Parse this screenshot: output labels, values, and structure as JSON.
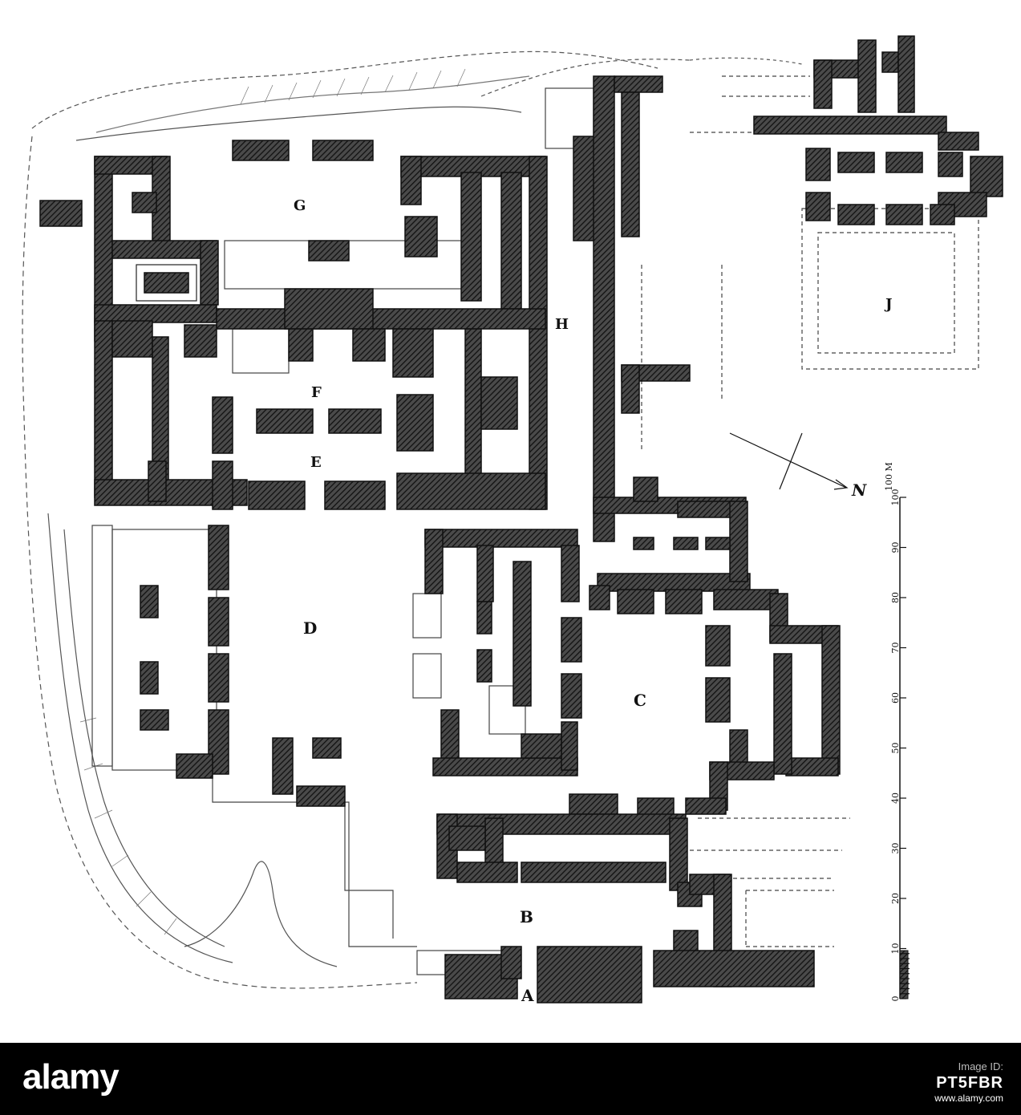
{
  "plan": {
    "section_labels": [
      "A",
      "B",
      "C",
      "D",
      "E",
      "F",
      "G",
      "H",
      "J"
    ],
    "compass_label": "N",
    "scale_bar": {
      "unit_label": "100 M",
      "ticks": [
        "0",
        "10",
        "20",
        "30",
        "40",
        "50",
        "60",
        "70",
        "80",
        "90",
        "100"
      ]
    }
  },
  "footer": {
    "logo": "alamy",
    "image_id_label": "Image ID:",
    "image_id": "PT5FBR",
    "url": "www.alamy.com"
  },
  "colors": {
    "wall": "#333333",
    "hatch": "#151515",
    "footer_bg": "#000000"
  }
}
